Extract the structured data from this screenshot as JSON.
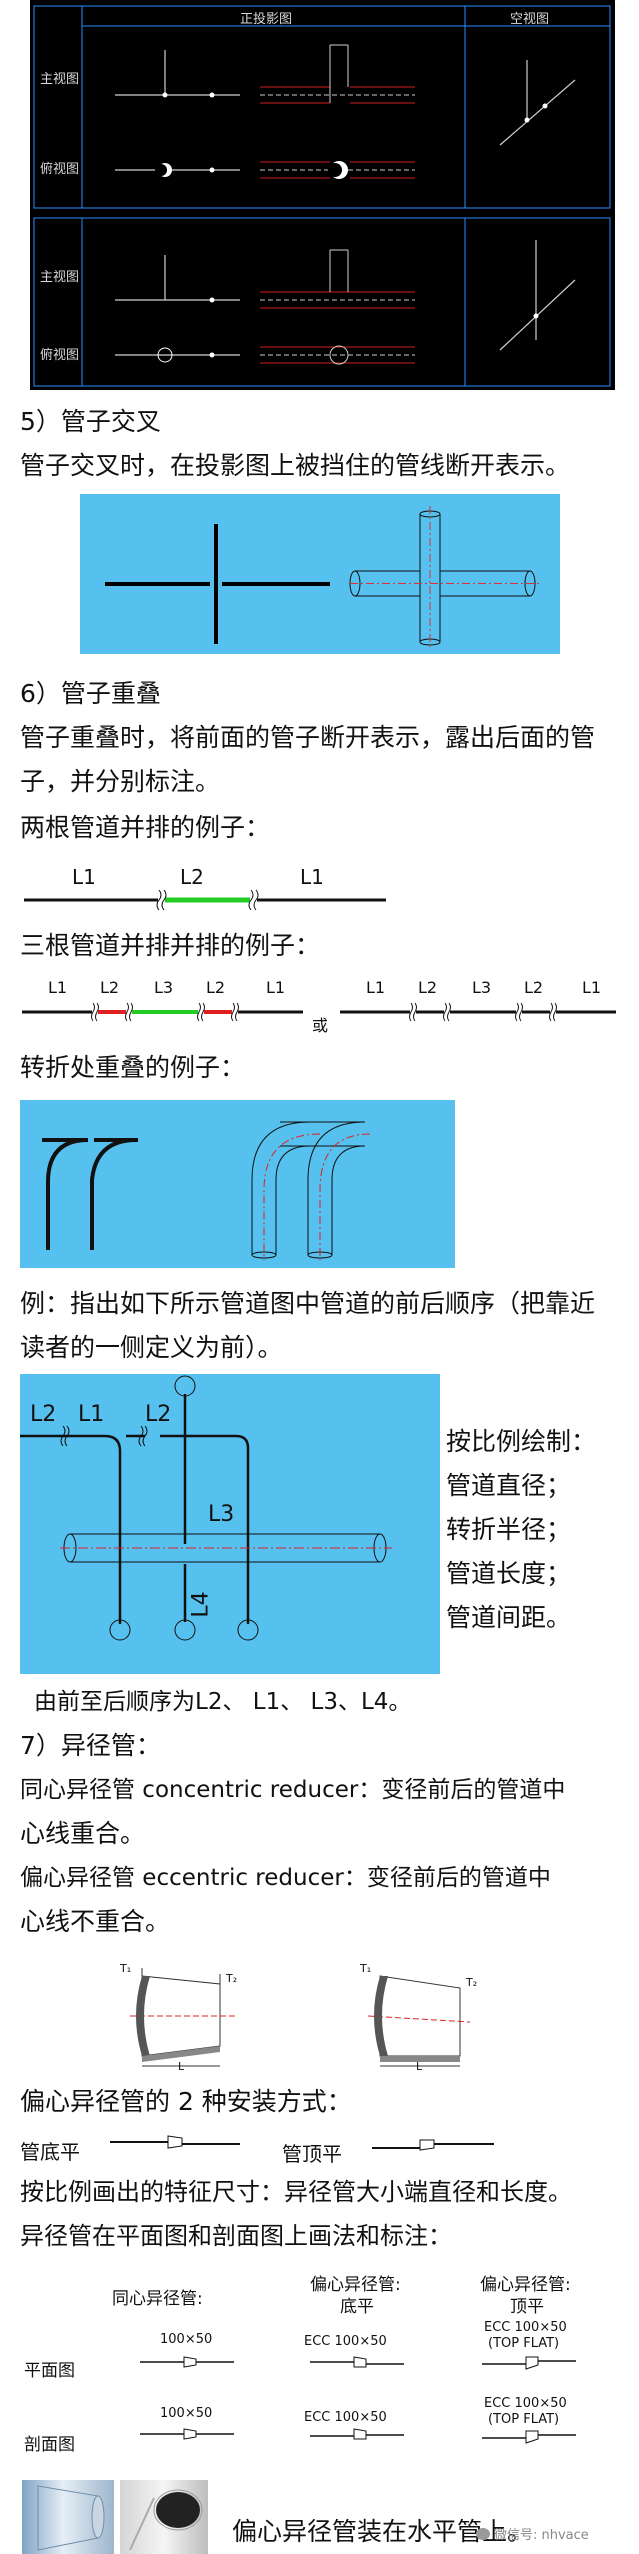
{
  "cad_table": {
    "col_proj": "正投影图",
    "col_space": "空视图",
    "row_front": "主视图",
    "row_top": "俯视图",
    "row_front2": "主视图",
    "row_top2": "俯视图"
  },
  "sec5": {
    "title": "5）管子交叉",
    "desc": "管子交叉时，在投影图上被挡住的管线断开表示。"
  },
  "sec6": {
    "title": "6）管子重叠",
    "desc_line1": "管子重叠时，将前面的管子断开表示，露出后面的管",
    "desc_line2": "子，并分别标注。",
    "two_pipes": "两根管道并排的例子：",
    "two_labels": [
      "L1",
      "L2",
      "L1"
    ],
    "three_pipes": "三根管道并排并排的例子：",
    "three_labels_a": [
      "L1",
      "L2",
      "L3",
      "L2",
      "L1"
    ],
    "or": "或",
    "three_labels_b": [
      "L1",
      "L2",
      "L3",
      "L2",
      "L1"
    ],
    "turn_overlap": "转折处重叠的例子："
  },
  "example": {
    "line1": "例：指出如下所示管道图中管道的前后顺序（把靠近",
    "line2": "读者的一侧定义为前）。",
    "labels": {
      "l2": "L2",
      "l1": "L1",
      "l2b": "L2",
      "l3": "L3",
      "l4": "L4"
    },
    "notes": [
      "按比例绘制：",
      "管道直径；",
      "转折半径；",
      "管道长度；",
      "管道间距。"
    ],
    "answer": "由前至后顺序为L2、  L1、  L3、L4。"
  },
  "sec7": {
    "title": "7）异径管：",
    "concentric_1": "同心异径管 concentric reducer：变径前后的管道中",
    "concentric_2": "心线重合。",
    "eccentric_1": "偏心异径管 eccentric  reducer：变径前后的管道中",
    "eccentric_2": "心线不重合。",
    "diagram_labels": {
      "t1": "T₁",
      "t2": "T₂",
      "L": "L"
    },
    "install": "偏心异径管的 2 种安装方式：",
    "bottom_flat": "管底平",
    "top_flat": "管顶平",
    "dims": "按比例画出的特征尺寸：异径管大小端直径和长度。",
    "plan_section": "异径管在平面图和剖面图上画法和标注："
  },
  "table": {
    "col1": "同心异径管:",
    "col2_l1": "偏心异径管:",
    "col2_l2": "底平",
    "col3_l1": "偏心异径管:",
    "col3_l2": "顶平",
    "row_plan": "平面图",
    "row_section": "剖面图",
    "plan_c1": "100×50",
    "plan_c2": "ECC 100×50",
    "plan_c3_l1": "ECC 100×50",
    "plan_c3_l2": "(TOP FLAT)",
    "sec_c1": "100×50",
    "sec_c2": "ECC 100×50",
    "sec_c3_l1": "ECC 100×50",
    "sec_c3_l2": "(TOP FLAT)"
  },
  "footer": {
    "caption": "偏心异径管装在水平管上。",
    "watermark": "微信号: nhvace"
  },
  "colors": {
    "cad_bg": "#000000",
    "sky_blue": "#56c0ef",
    "green_pipe": "#22cc22",
    "red_pipe": "#e02020"
  }
}
